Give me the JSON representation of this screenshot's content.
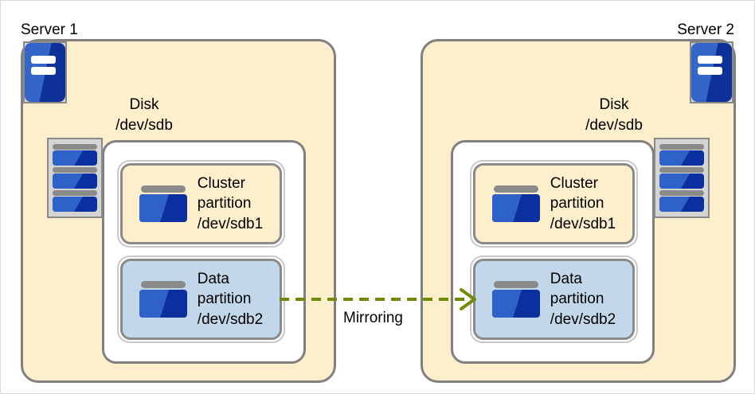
{
  "diagram": {
    "title_left": "Server 1",
    "title_right": "Server 2",
    "connector": {
      "label": "Mirroring",
      "color": "#6e8b07",
      "style": "dashed",
      "direction": "left-to-right"
    },
    "colors": {
      "server_fill": "#fdeecc",
      "disk_fill": "#ffffff",
      "cluster_partition_fill": "#fdeecc",
      "data_partition_fill": "#c2d8ea",
      "border": "#808080",
      "icon_blue_light": "#3465c8",
      "icon_blue_dark": "#0d3099",
      "icon_gray": "#8a8a8a"
    },
    "servers": [
      {
        "name": "Server 1",
        "icon": "server-icon",
        "disk": {
          "label_line1": "Disk",
          "label_line2": "/dev/sdb",
          "icon": "disk-stack-icon",
          "partitions": [
            {
              "icon": "partition-icon",
              "line1": "Cluster",
              "line2": "partition",
              "line3": "/dev/sdb1",
              "kind": "cluster"
            },
            {
              "icon": "partition-icon",
              "line1": "Data",
              "line2": "partition",
              "line3": "/dev/sdb2",
              "kind": "data"
            }
          ]
        }
      },
      {
        "name": "Server 2",
        "icon": "server-icon",
        "disk": {
          "label_line1": "Disk",
          "label_line2": "/dev/sdb",
          "icon": "disk-stack-icon",
          "partitions": [
            {
              "icon": "partition-icon",
              "line1": "Cluster",
              "line2": "partition",
              "line3": "/dev/sdb1",
              "kind": "cluster"
            },
            {
              "icon": "partition-icon",
              "line1": "Data",
              "line2": "partition",
              "line3": "/dev/sdb2",
              "kind": "data"
            }
          ]
        }
      }
    ]
  }
}
